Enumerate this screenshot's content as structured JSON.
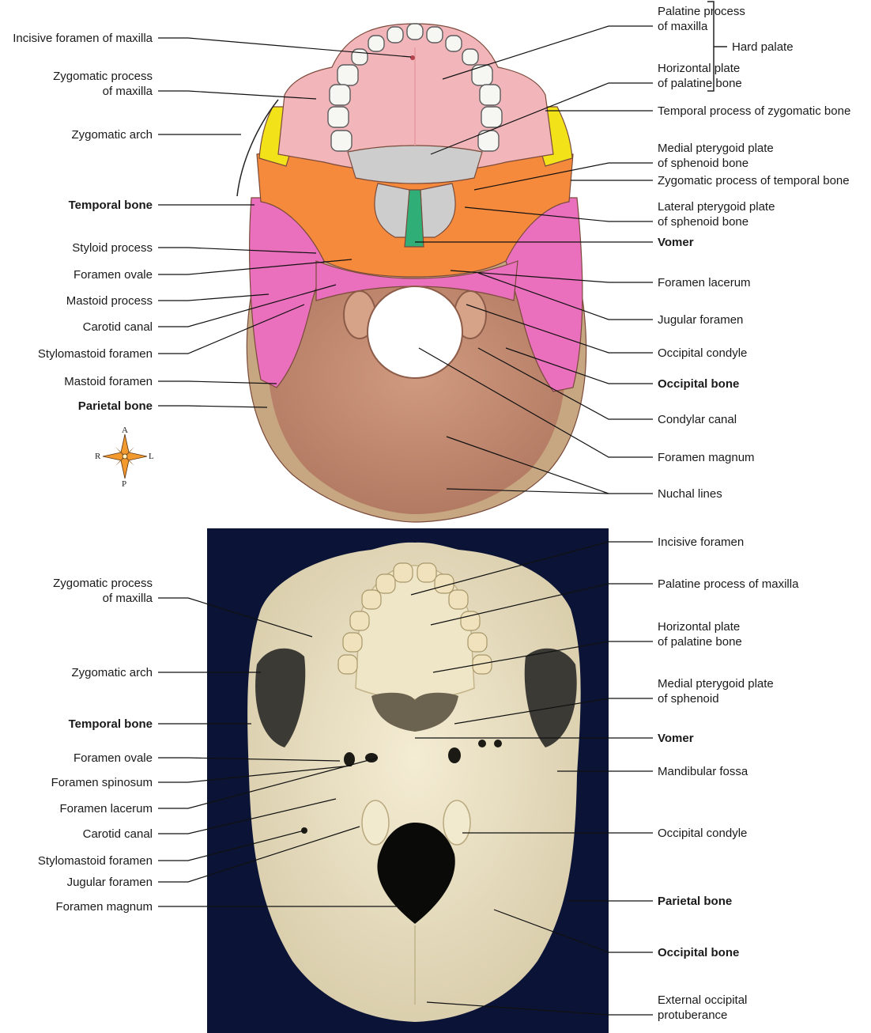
{
  "colors": {
    "maxilla": "#f2b5ba",
    "zygomatic": "#f2e21a",
    "sphenoid": "#f58a3c",
    "palatine": "#cdcdcd",
    "vomer": "#2fae78",
    "temporal": "#ea6fbd",
    "occipital": "#bf8a70",
    "parietal": "#c7a682",
    "photo_background": "#0b1436",
    "bone_photo": "#ece3c6"
  },
  "compass": {
    "north": "A",
    "south": "P",
    "west": "R",
    "east": "L"
  },
  "top": {
    "left_labels": [
      {
        "text": "Incisive foramen of maxilla",
        "bold": false
      },
      {
        "text": "Zygomatic process\nof maxilla",
        "bold": false
      },
      {
        "text": "Zygomatic arch",
        "bold": false
      },
      {
        "text": "Temporal bone",
        "bold": true
      },
      {
        "text": "Styloid process",
        "bold": false
      },
      {
        "text": "Foramen ovale",
        "bold": false
      },
      {
        "text": "Mastoid process",
        "bold": false
      },
      {
        "text": "Carotid canal",
        "bold": false
      },
      {
        "text": "Stylomastoid foramen",
        "bold": false
      },
      {
        "text": "Mastoid foramen",
        "bold": false
      },
      {
        "text": "Parietal bone",
        "bold": true
      }
    ],
    "right_labels": [
      {
        "text": "Palatine process\nof maxilla",
        "bold": false
      },
      {
        "text": "Horizontal plate\nof palatine bone",
        "bold": false
      },
      {
        "text": "Temporal process of zygomatic bone",
        "bold": false
      },
      {
        "text": "Medial pterygoid plate\nof sphenoid bone",
        "bold": false
      },
      {
        "text": "Zygomatic process of temporal bone",
        "bold": false
      },
      {
        "text": "Lateral pterygoid plate\nof sphenoid bone",
        "bold": false
      },
      {
        "text": "Vomer",
        "bold": true
      },
      {
        "text": "Foramen lacerum",
        "bold": false
      },
      {
        "text": "Jugular foramen",
        "bold": false
      },
      {
        "text": "Occipital condyle",
        "bold": false
      },
      {
        "text": "Occipital bone",
        "bold": true
      },
      {
        "text": "Condylar canal",
        "bold": false
      },
      {
        "text": "Foramen magnum",
        "bold": false
      },
      {
        "text": "Nuchal lines",
        "bold": false
      }
    ],
    "group_label": "Hard palate"
  },
  "bottom": {
    "left_labels": [
      {
        "text": "Zygomatic process\nof maxilla",
        "bold": false
      },
      {
        "text": "Zygomatic arch",
        "bold": false
      },
      {
        "text": "Temporal bone",
        "bold": true
      },
      {
        "text": "Foramen ovale",
        "bold": false
      },
      {
        "text": "Foramen spinosum",
        "bold": false
      },
      {
        "text": "Foramen lacerum",
        "bold": false
      },
      {
        "text": "Carotid canal",
        "bold": false
      },
      {
        "text": "Stylomastoid foramen",
        "bold": false
      },
      {
        "text": "Jugular foramen",
        "bold": false
      },
      {
        "text": "Foramen magnum",
        "bold": false
      }
    ],
    "right_labels": [
      {
        "text": "Incisive foramen",
        "bold": false
      },
      {
        "text": "Palatine process of maxilla",
        "bold": false
      },
      {
        "text": "Horizontal plate\nof palatine bone",
        "bold": false
      },
      {
        "text": "Medial pterygoid plate\nof sphenoid",
        "bold": false
      },
      {
        "text": "Vomer",
        "bold": true
      },
      {
        "text": "Mandibular fossa",
        "bold": false
      },
      {
        "text": "Occipital condyle",
        "bold": false
      },
      {
        "text": "Parietal bone",
        "bold": true
      },
      {
        "text": "Occipital bone",
        "bold": true
      },
      {
        "text": "External occipital\nprotuberance",
        "bold": false
      }
    ]
  }
}
